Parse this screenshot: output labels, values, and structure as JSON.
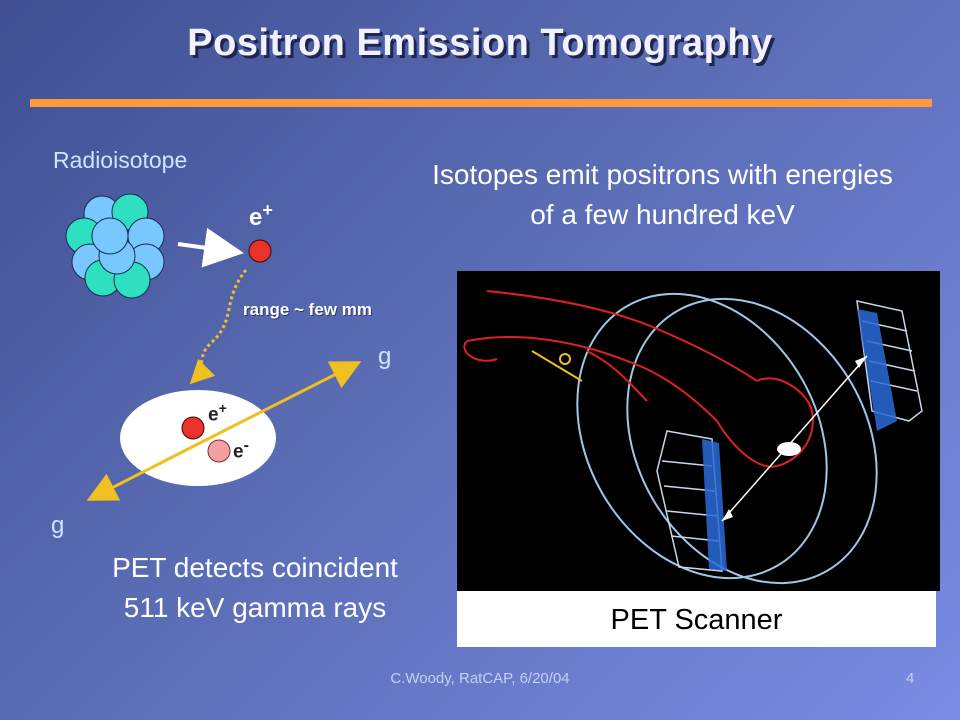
{
  "slide": {
    "title": "Positron Emission Tomography",
    "radioisotope_label": "Radioisotope",
    "isotope_text_line1": "Isotopes emit positrons with energies",
    "isotope_text_line2": "of  a few hundred keV",
    "positron_label": "e",
    "positron_sign": "+",
    "electron_label": "e",
    "electron_sign": "-",
    "range_label": "range ~ few mm",
    "gamma_top": "g",
    "gamma_bottom": "g",
    "pet_text_line1": "PET detects coincident",
    "pet_text_line2": "511 keV gamma rays",
    "scanner_caption": "PET Scanner",
    "footer": "C.Woody, RatCAP, 6/20/04",
    "page_number": "4"
  },
  "colors": {
    "accent_rule": "#ff9a3c",
    "positron": "#e8322a",
    "electron": "#f4a0a0",
    "gamma_line": "#f0c020",
    "range_path": "#f0c020",
    "nucleus_a": "#2ee0c0",
    "nucleus_b": "#78c8ff"
  },
  "icons": {
    "emission_arrow": "arrow-right-icon",
    "annihilation_ellipse": "ellipse-shape"
  }
}
